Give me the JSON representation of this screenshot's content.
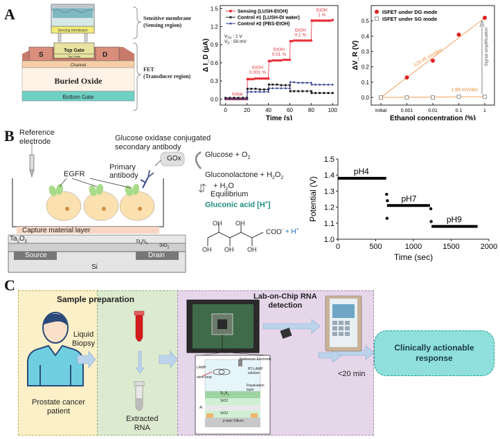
{
  "panels": {
    "a": "A",
    "b": "B",
    "c": "C"
  },
  "panelA": {
    "layers": {
      "sensing_membrane": "Sensing membrane",
      "top_gate": "Top Gate",
      "s": "S",
      "d": "D",
      "top_oxide": "Top Oxide",
      "channel": "Channel",
      "buried_oxide": "Buried Oxide",
      "bottom_gate": "Bottom Gate"
    },
    "brace_top": "Sensitive membrane\n(Sensing region)",
    "brace_top_l1": "Sensitive membrane",
    "brace_top_l2": "(Sensing region)",
    "brace_bottom_l1": "FET",
    "brace_bottom_l2": "(Transducer region)",
    "chart1_conditions_l1": "V",
    "chart1_vtg": "V",
    "chart1_vtg_sub": "TG",
    "chart1_vtg_val": " : 1 V",
    "chart1_vd": "V",
    "chart1_vd_sub": "D",
    "chart1_vd_val": " : 50 mV",
    "chart1_annotations": [
      "Initial",
      "EtOH\n0.001 %",
      "EtOH\n0.01 %",
      "EtOH\n0.1 %",
      "EtOH\n1 %"
    ],
    "ann_initial": "Initial",
    "ann_e1a": "EtOH",
    "ann_e1b": "0.001 %",
    "ann_e2a": "EtOH",
    "ann_e2b": "0.01 %",
    "ann_e3a": "EtOH",
    "ann_e3b": "0.1 %",
    "ann_e4a": "EtOH",
    "ann_e4b": "1 %",
    "chart2_slope_dg": "129.45 mV/dec",
    "chart2_slope_sg": "1.99 mV/dec",
    "chart2_arrow": "Signal amplification"
  },
  "panelB": {
    "reference_electrode_l1": "Reference",
    "reference_electrode_l2": "electrode",
    "gox_conj_l1": "Glucose oxidase conjugated",
    "gox_conj_l2": "secondary antibody",
    "egfr": "EGFR",
    "primary_l1": "Primary",
    "primary_l2": "antibody",
    "gox": "GOx",
    "glucose": "Glucose + O",
    "glucose_sub": "2",
    "gluconolactone": "Gluconolactone + H",
    "gluconolactone_sub1": "2",
    "gluconolactone_o": "O",
    "gluconolactone_sub2": "2",
    "h2o": "+ H",
    "h2o_sub": "2",
    "h2o_end": "O",
    "equilibrium": "Equilibrium",
    "gluconic": "Gluconic acid [H",
    "gluconic_sup": "+",
    "gluconic_end": "]",
    "coo": "COO",
    "coo_sup": "-",
    "hplus": " + H",
    "hplus_sup": "+",
    "capture": "Capture material layer",
    "ta2o5": "Ta",
    "ta2o5_sub1": "2",
    "ta2o5_o": "O",
    "ta2o5_sub2": "5",
    "si3n4": "Si",
    "si3n4_sub1": "3",
    "si3n4_n": "N",
    "si3n4_sub2": "4",
    "sio2": "SiO",
    "sio2_sub": "2",
    "source": "Source",
    "drain": "Drain",
    "si": "Si",
    "oh": "OH"
  },
  "panelC": {
    "sample_prep": "Sample preparation",
    "liquid_l1": "Liquid",
    "liquid_l2": "Biopsy",
    "patient_l1": "Prostate cancer",
    "patient_l2": "patient",
    "extracted_l1": "Extracted",
    "extracted_l2": "RNA",
    "lab_l1": "Lab-on-Chip RNA",
    "lab_l2": "detection",
    "ref_electrode": "Reference Electrode",
    "rt_lamp_l1": "RT-LAMP",
    "rt_lamp_l2": "solution",
    "passivation_l1": "Passivation",
    "passivation_l2": "layer",
    "lamp": "LAMP",
    "stem_loop": "stem loop",
    "si3n4": "Si",
    "si3n4_sub1": "3",
    "si3n4_n": "N",
    "si3n4_sub2": "4",
    "sio2_a": "SiO2",
    "al": "Al",
    "sio2_b": "SiO2",
    "ptype": "p-type Silicon",
    "time": "<20 min",
    "clinical_l1": "Clinically actionable",
    "clinical_l2": "response"
  },
  "chart_data": [
    {
      "type": "line",
      "title": "",
      "xlabel": "Time (s)",
      "ylabel": "Δ I_D (μA)",
      "xlim": [
        -5,
        105
      ],
      "ylim": [
        -0.1,
        1.55
      ],
      "xticks": [
        0,
        20,
        40,
        60,
        80,
        100
      ],
      "yticks": [
        0.0,
        0.3,
        0.6,
        0.9,
        1.2,
        1.5
      ],
      "legend_position": "top",
      "series": [
        {
          "name": "Sensing (LUSH-EtOH)",
          "color": "#e8303a",
          "marker": "circle",
          "points": [
            [
              0,
              0.0
            ],
            [
              2,
              0.0
            ],
            [
              4,
              0.0
            ],
            [
              6,
              0.0
            ],
            [
              8,
              0.0
            ],
            [
              10,
              0.0
            ],
            [
              12,
              0.0
            ],
            [
              14,
              0.0
            ],
            [
              16,
              0.0
            ],
            [
              18,
              0.0
            ],
            [
              20,
              0.0
            ],
            [
              20.5,
              0.33
            ],
            [
              22,
              0.33
            ],
            [
              24,
              0.33
            ],
            [
              26,
              0.33
            ],
            [
              28,
              0.34
            ],
            [
              30,
              0.34
            ],
            [
              32,
              0.34
            ],
            [
              34,
              0.34
            ],
            [
              36,
              0.34
            ],
            [
              38,
              0.34
            ],
            [
              40,
              0.34
            ],
            [
              40.5,
              0.63
            ],
            [
              42,
              0.63
            ],
            [
              44,
              0.64
            ],
            [
              46,
              0.64
            ],
            [
              48,
              0.64
            ],
            [
              50,
              0.64
            ],
            [
              52,
              0.64
            ],
            [
              54,
              0.65
            ],
            [
              56,
              0.65
            ],
            [
              58,
              0.65
            ],
            [
              60,
              0.65
            ],
            [
              60.5,
              0.96
            ],
            [
              62,
              0.96
            ],
            [
              64,
              0.97
            ],
            [
              66,
              0.97
            ],
            [
              68,
              0.97
            ],
            [
              70,
              0.97
            ],
            [
              72,
              0.97
            ],
            [
              74,
              0.97
            ],
            [
              76,
              0.97
            ],
            [
              78,
              0.97
            ],
            [
              80,
              0.97
            ],
            [
              80.5,
              1.3
            ],
            [
              82,
              1.3
            ],
            [
              84,
              1.3
            ],
            [
              86,
              1.3
            ],
            [
              88,
              1.3
            ],
            [
              90,
              1.3
            ],
            [
              92,
              1.3
            ],
            [
              94,
              1.3
            ],
            [
              96,
              1.3
            ],
            [
              98,
              1.3
            ],
            [
              100,
              1.31
            ]
          ]
        },
        {
          "name": "Control #1 (LUSH-DI water)",
          "color": "#222222",
          "marker": "square",
          "points": [
            [
              0,
              0.02
            ],
            [
              4,
              0.02
            ],
            [
              8,
              0.02
            ],
            [
              12,
              0.02
            ],
            [
              16,
              0.02
            ],
            [
              20,
              0.02
            ],
            [
              20.5,
              0.17
            ],
            [
              24,
              0.17
            ],
            [
              28,
              0.17
            ],
            [
              32,
              0.16
            ],
            [
              36,
              0.16
            ],
            [
              40,
              0.16
            ],
            [
              40.5,
              0.24
            ],
            [
              44,
              0.24
            ],
            [
              48,
              0.24
            ],
            [
              52,
              0.23
            ],
            [
              56,
              0.23
            ],
            [
              60,
              0.23
            ],
            [
              60.5,
              0.13
            ],
            [
              64,
              0.13
            ],
            [
              68,
              0.13
            ],
            [
              72,
              0.13
            ],
            [
              76,
              0.13
            ],
            [
              80,
              0.13
            ],
            [
              80.5,
              0.1
            ],
            [
              84,
              0.1
            ],
            [
              88,
              0.1
            ],
            [
              92,
              0.1
            ],
            [
              96,
              0.1
            ],
            [
              100,
              0.1
            ]
          ]
        },
        {
          "name": "Control #2 (PBS-EtOH)",
          "color": "#2a3a8f",
          "marker": "triangle",
          "points": [
            [
              0,
              0.0
            ],
            [
              4,
              0.0
            ],
            [
              8,
              0.0
            ],
            [
              12,
              0.0
            ],
            [
              16,
              0.0
            ],
            [
              20,
              0.0
            ],
            [
              20.5,
              0.12
            ],
            [
              24,
              0.12
            ],
            [
              28,
              0.12
            ],
            [
              32,
              0.12
            ],
            [
              36,
              0.12
            ],
            [
              40,
              0.12
            ],
            [
              40.5,
              0.18
            ],
            [
              44,
              0.18
            ],
            [
              48,
              0.18
            ],
            [
              52,
              0.18
            ],
            [
              56,
              0.18
            ],
            [
              60,
              0.18
            ],
            [
              60.5,
              0.28
            ],
            [
              64,
              0.28
            ],
            [
              68,
              0.27
            ],
            [
              72,
              0.27
            ],
            [
              76,
              0.27
            ],
            [
              80,
              0.27
            ],
            [
              80.5,
              0.24
            ],
            [
              84,
              0.24
            ],
            [
              88,
              0.24
            ],
            [
              92,
              0.24
            ],
            [
              96,
              0.24
            ],
            [
              100,
              0.24
            ]
          ]
        }
      ]
    },
    {
      "type": "scatter",
      "title": "",
      "xlabel": "Ethanol concentration (%)",
      "ylabel": "ΔV_R (V)",
      "categories": [
        "Initial",
        "0.001",
        "0.01",
        "0.1",
        "1"
      ],
      "ylim": [
        -0.05,
        0.6
      ],
      "yticks": [
        0.0,
        0.1,
        0.2,
        0.3,
        0.4,
        0.5
      ],
      "legend_position": "top-left",
      "series": [
        {
          "name": "ISFET under DG mode",
          "color": "#e02020",
          "marker": "circle",
          "values": [
            0.0,
            0.13,
            0.24,
            0.41,
            0.52
          ]
        },
        {
          "name": "ISFET under SG mode",
          "color": "#777777",
          "marker": "open-square",
          "values": [
            0.0,
            0.0,
            0.0,
            0.005,
            0.005
          ]
        }
      ]
    },
    {
      "type": "scatter",
      "title": "",
      "xlabel": "Time (sec)",
      "ylabel": "Potential (V)",
      "xlim": [
        0,
        2000
      ],
      "ylim": [
        1.0,
        1.5
      ],
      "xticks": [
        0,
        500,
        1000,
        1500,
        2000
      ],
      "yticks": [
        1.0,
        1.1,
        1.2,
        1.3,
        1.4,
        1.5
      ],
      "annotations": [
        "pH4",
        "pH7",
        "pH9"
      ],
      "series": [
        {
          "name": "",
          "color": "#000000",
          "segments": [
            {
              "x_start": 0,
              "x_end": 640,
              "y": 1.38
            },
            {
              "x_start": 650,
              "x_end": 1220,
              "y": 1.21
            },
            {
              "x_start": 1240,
              "x_end": 1850,
              "y": 1.08
            }
          ],
          "outliers": [
            [
              645,
              1.28
            ],
            [
              650,
              1.13
            ],
            [
              655,
              1.24
            ],
            [
              1235,
              1.11
            ],
            [
              1230,
              1.19
            ]
          ]
        }
      ]
    }
  ]
}
